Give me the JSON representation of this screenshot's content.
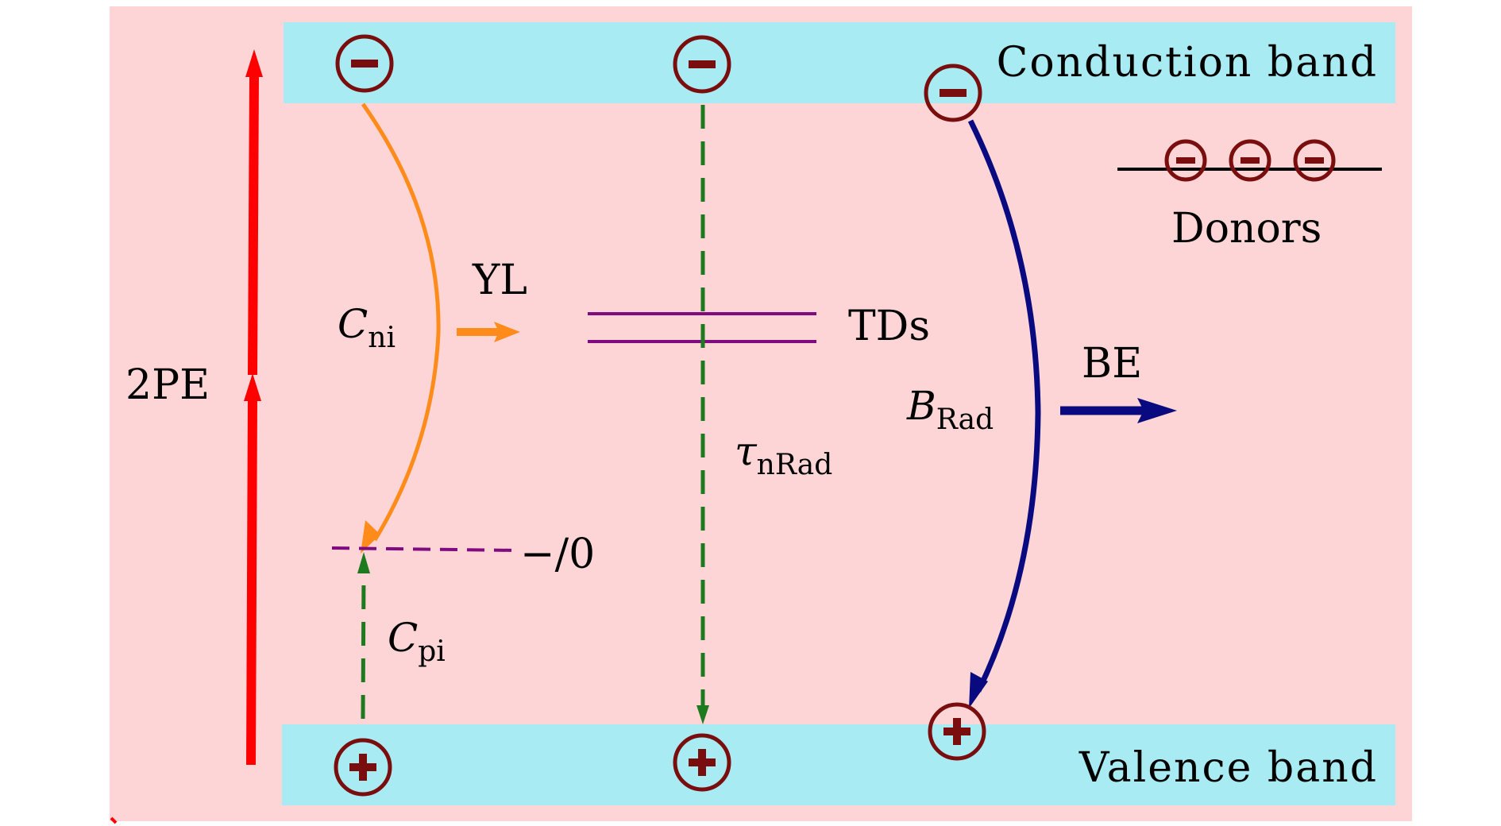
{
  "bands": {
    "conduction_label": "Conduction band",
    "valence_label": "Valence band"
  },
  "labels": {
    "two_pe": "2PE",
    "yl": "YL",
    "tds": "TDs",
    "be": "BE",
    "donors": "Donors",
    "trap_level": "−/0"
  },
  "rates": {
    "c_ni": {
      "symbol": "C",
      "subscript": "ni"
    },
    "c_pi": {
      "symbol": "C",
      "subscript": "pi"
    },
    "b_rad": {
      "symbol": "B",
      "subscript": "Rad"
    },
    "tau_nrad": {
      "symbol": "τ",
      "subscript": "nRad"
    }
  },
  "colors": {
    "background": "#fdd5d6",
    "band": "#a8ebf2",
    "charge": "#7a0e0e",
    "two_pe_arrow": "#ff0000",
    "c_ni_arrow": "#ff8c1a",
    "green_dashed": "#1e7a1e",
    "b_rad_arrow": "#0a0a80",
    "td_lines": "#800a80",
    "trap_dashed": "#800a80",
    "donor_line": "#000000"
  },
  "icons": {
    "electron": "minus-circle-icon",
    "hole": "plus-circle-icon"
  }
}
